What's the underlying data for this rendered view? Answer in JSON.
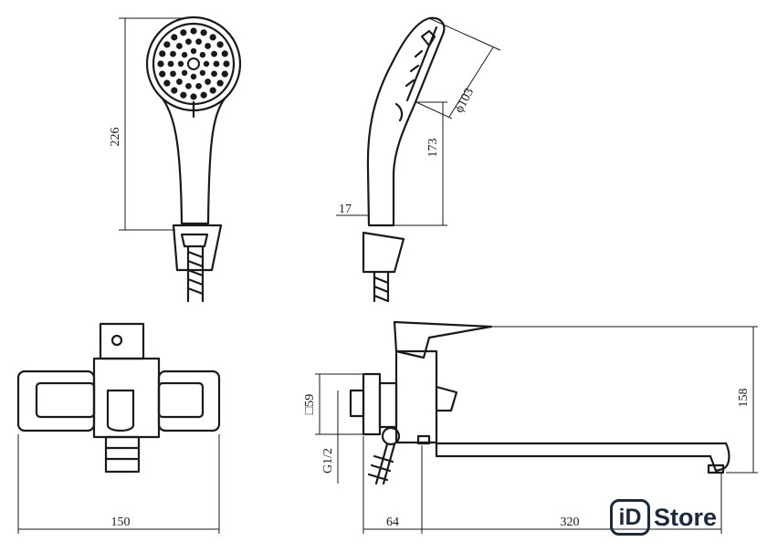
{
  "dimensions": {
    "handshower_length": "226",
    "head_diameter": "ϕ103",
    "handle_length": "173",
    "neck_width": "17",
    "body_width": "150",
    "flange_size": "□59",
    "thread": "G1/2",
    "outlet_offset": "64",
    "spout_length": "320",
    "height": "158"
  },
  "logo": {
    "mark": "iD",
    "word": "Store"
  }
}
